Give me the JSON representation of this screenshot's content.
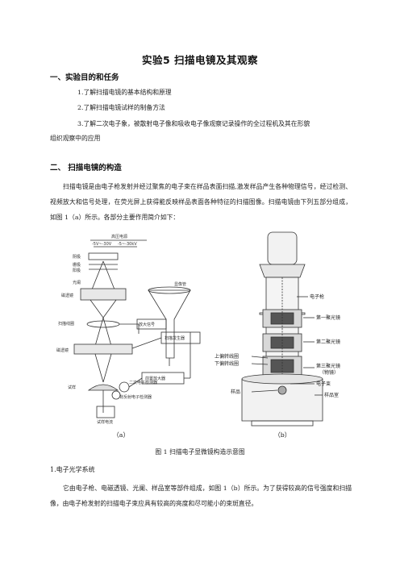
{
  "doc": {
    "title": "实验5    扫描电镜及其观察",
    "sec1": {
      "heading": "一、实验目的和任务",
      "items": [
        "1.了解扫描电镜的基本结构和原理",
        "2.了解扫描电镜试样的制备方法",
        "3.了解二次电子象，被散射电子像和吸收电子像观察记录操作的全过程机及其在形貌"
      ],
      "item3_cont": "组织观察中的应用"
    },
    "sec2": {
      "heading": "二、    扫描电镜的构造",
      "para": "扫描电镜是由电子枪发射并经过聚焦的电子束在样品表面扫描,激发样品产生各种物理信号，经过检测、视频放大和信号处理，在荧光屏上获得能反映样品表面各种特征的扫描图像。扫描电镜由下列五部分组成，如图 1（a）所示。各部分主要作用简介如下："
    },
    "figure": {
      "label_a": "（a）",
      "label_b": "（b）",
      "caption": "图 1  扫描电子显微镜构造示意图",
      "a_labels": {
        "hv": "高压电源",
        "volt1": "-5V~-30V",
        "volt2": "-5~-30kV",
        "cathode": "阴极",
        "grid": "栅极",
        "anode": "阳极",
        "aperture": "光阑",
        "lens1": "磁透镜",
        "scan": "扫描线圈",
        "lens2": "磁透镜",
        "sample": "试样",
        "se": "二次电子检测器",
        "bse": "背反射电子检测器",
        "absorb": "试样电流",
        "crt": "显像管",
        "amp": "放大信号",
        "scangen": "扫描发生器",
        "vid": "视频放大器",
        "pre": "前置放大器"
      },
      "b_labels": {
        "gun": "电子枪",
        "c1": "第一聚光镜",
        "c2": "第二聚光镜",
        "scan_up": "上偏转线圈",
        "scan_dn": "下偏转线圈",
        "c3": "第三聚光镜",
        "c3b": "（物镜）",
        "beam": "电子束",
        "specimen": "样品",
        "chamber": "样品室"
      }
    },
    "sec3": {
      "heading": "1.电子光学系统",
      "para": "它由电子枪、电磁透镜、光阑、样品室等部件组成，如图 1（b）所示。为了获得较高的信号强度和扫描像，由电子枪发射的扫描电子束应具有较高的亮度和尽可能小的束斑直径。"
    }
  }
}
